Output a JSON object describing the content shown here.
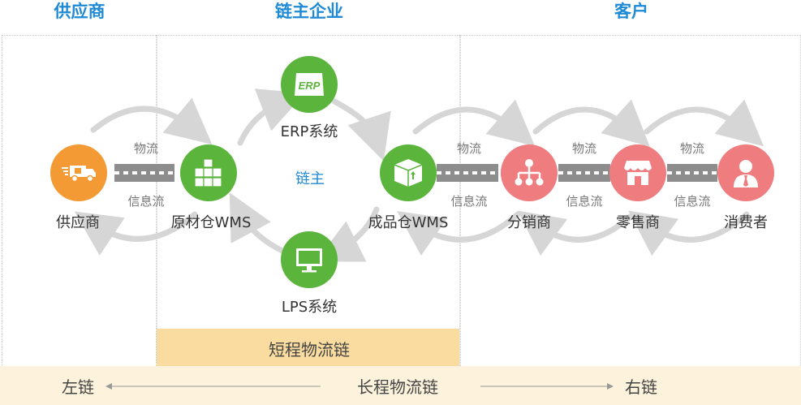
{
  "headers": {
    "supplier": "供应商",
    "core": "链主企业",
    "customer": "客户"
  },
  "nodes": {
    "supplier": "供应商",
    "raw_wms": "原材仓WMS",
    "erp": "ERP系统",
    "center": "链主",
    "lps": "LPS系统",
    "fg_wms": "成品仓WMS",
    "distributor": "分销商",
    "retailer": "零售商",
    "consumer": "消费者"
  },
  "icons": {
    "erp_badge": "ERP"
  },
  "flows": {
    "logistics": "物流",
    "info": "信息流"
  },
  "bands": {
    "short_chain": "短程物流链",
    "left_chain": "左链",
    "long_chain": "长程物流链",
    "right_chain": "右链"
  },
  "colors": {
    "header": "#1e8ad6",
    "supplier_node": "#f39a34",
    "core_node": "#5bb53c",
    "customer_node": "#ef7d7f",
    "short_band": "#fbdca0",
    "long_band": "#fdf3dc"
  }
}
